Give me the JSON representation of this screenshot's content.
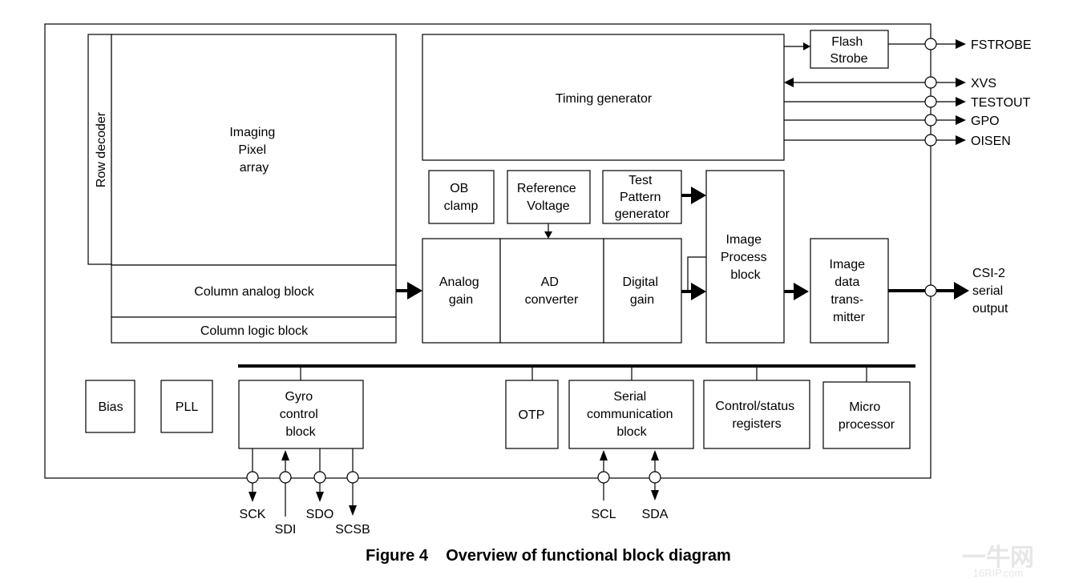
{
  "blocks": {
    "row_decoder": "Row decoder",
    "pixel_array": [
      "Imaging",
      "Pixel",
      "array"
    ],
    "column_analog": "Column analog block",
    "column_logic": "Column logic block",
    "timing_generator": "Timing generator",
    "flash_strobe": [
      "Flash",
      "Strobe"
    ],
    "ob_clamp": [
      "OB",
      "clamp"
    ],
    "reference_voltage": [
      "Reference",
      "Voltage"
    ],
    "test_pattern": [
      "Test",
      "Pattern",
      "generator"
    ],
    "analog_gain": [
      "Analog",
      "gain"
    ],
    "ad_converter": [
      "AD",
      "converter"
    ],
    "digital_gain": [
      "Digital",
      "gain"
    ],
    "image_process": [
      "Image",
      "Process",
      "block"
    ],
    "image_data_tx": [
      "Image",
      "data",
      "trans-",
      "mitter"
    ],
    "bias": "Bias",
    "pll": "PLL",
    "gyro": [
      "Gyro",
      "control",
      "block"
    ],
    "otp": "OTP",
    "serial_comm": [
      "Serial",
      "communication",
      "block"
    ],
    "control_status": [
      "Control/status",
      "registers"
    ],
    "micro": [
      "Micro",
      "processor"
    ]
  },
  "signals": {
    "fstrobe": "FSTROBE",
    "xvs": "XVS",
    "testout": "TESTOUT",
    "gpo": "GPO",
    "oisen": "OISEN",
    "csi2": [
      "CSI-2",
      "serial",
      "output"
    ],
    "sck": "SCK",
    "sdi": "SDI",
    "sdo": "SDO",
    "scsb": "SCSB",
    "scl": "SCL",
    "sda": "SDA"
  },
  "caption": "Figure 4    Overview of functional block diagram",
  "watermark": {
    "top": "一牛网",
    "bottom": "16RIP.com"
  }
}
